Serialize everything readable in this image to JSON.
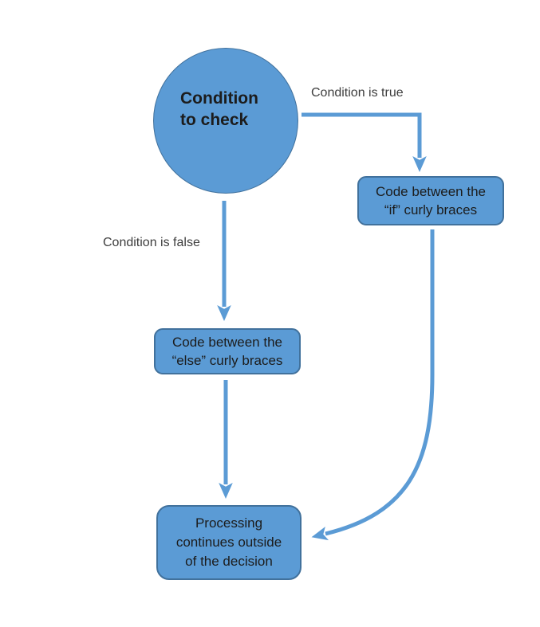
{
  "diagram": {
    "type": "flowchart",
    "colors": {
      "shape_fill": "#5b9bd5",
      "shape_border": "#41719c",
      "arrow": "#5b9bd5",
      "shape_text": "#1c1c1c",
      "label_text": "#3d3d3d",
      "background": "#ffffff"
    },
    "nodes": {
      "condition": {
        "text": "Condition\nto check"
      },
      "if_branch": {
        "text": "Code between the\n“if” curly braces"
      },
      "else_branch": {
        "text": "Code between the\n“else” curly braces"
      },
      "processing": {
        "text": "Processing\ncontinues outside\nof the decision"
      }
    },
    "edge_labels": {
      "true_label": "Condition is true",
      "false_label": "Condition is false"
    }
  }
}
